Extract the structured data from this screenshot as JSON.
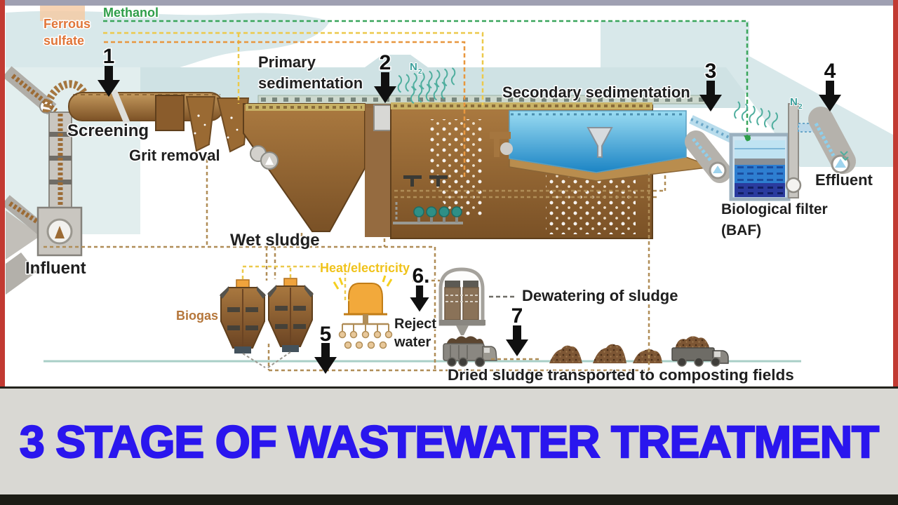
{
  "banner": {
    "title": "3 STAGE OF WASTEWATER TREATMENT",
    "text_color": "#2a16ee",
    "background": "#d9d8d3"
  },
  "frame": {
    "side_border_color": "#c23a32",
    "top_bar_color": "#9fa0b2",
    "bottom_strip_color": "#1c1c15",
    "divider_color": "#23231d"
  },
  "chemical_feeds": {
    "methanol": {
      "label": "Methanol",
      "color": "#2f9e49"
    },
    "ferrous_sulfate": {
      "line1": "Ferrous",
      "line2": "sulfate",
      "color": "#e0763a",
      "line_colors": [
        "#ecc94b",
        "#e8973f"
      ]
    }
  },
  "gas_labels": {
    "n2_left": {
      "symbol": "N",
      "subscript": "2"
    },
    "n2_right": {
      "symbol": "N",
      "subscript": "2"
    }
  },
  "process_labels": {
    "screening": "Screening",
    "grit_removal": "Grit removal",
    "primary_sedimentation_line1": "Primary",
    "primary_sedimentation_line2": "sedimentation",
    "secondary_sedimentation": "Secondary sedimentation",
    "biological_filter_line1": "Biological filter",
    "biological_filter_line2": "(BAF)",
    "influent": "Influent",
    "effluent": "Effluent"
  },
  "sludge_labels": {
    "wet_sludge": "Wet sludge",
    "biogas": "Biogas",
    "heat_electricity": "Heat/electricity",
    "reject_water_line1": "Reject",
    "reject_water_line2": "water",
    "dewatering": "Dewatering of sludge",
    "dried_sludge": "Dried sludge transported to composting fields"
  },
  "step_markers": {
    "step1": "1",
    "step2": "2",
    "step3": "3",
    "step4": "4",
    "step5": "5",
    "step6": "6.",
    "step7": "7"
  }
}
